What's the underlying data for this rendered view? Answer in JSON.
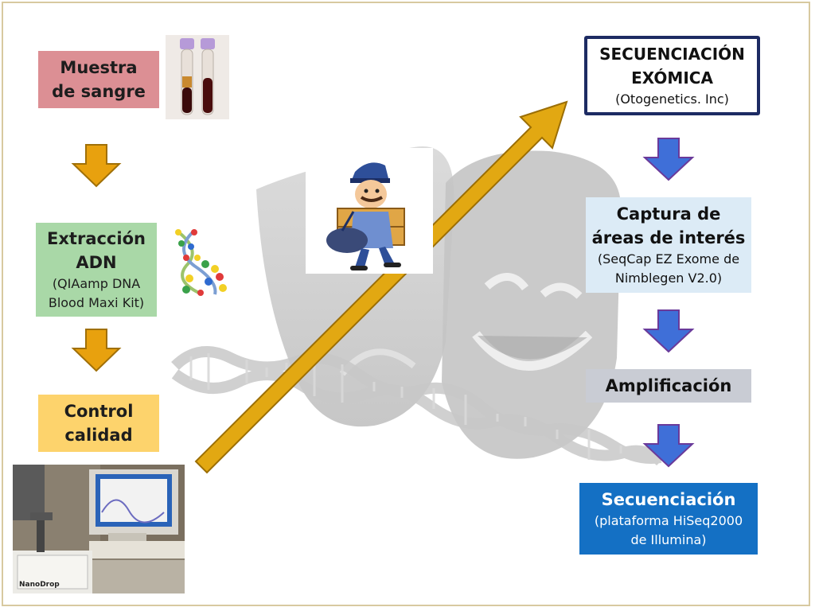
{
  "steps_left": {
    "muestra": {
      "title": "Muestra de sangre"
    },
    "extraccion": {
      "title": "Extracción ADN",
      "subtitle": "(QIAamp DNA Blood Maxi Kit)"
    },
    "control": {
      "title": "Control calidad"
    }
  },
  "steps_right": {
    "secuenciacion_exomica": {
      "title": "SECUENCIACIÓN EXÓMICA",
      "subtitle": "(Otogenetics. Inc)"
    },
    "captura": {
      "title": "Captura de áreas de interés",
      "subtitle": "(SeqCap EZ Exome de Nimblegen V2.0)"
    },
    "amplificacion": {
      "title": "Amplificación"
    },
    "secuenciacion": {
      "title": "Secuenciación",
      "subtitle": "(plataforma HiSeq2000 de Illumina)"
    }
  },
  "device": {
    "brand": "NanoDrop"
  },
  "colors": {
    "left_arrow": "#e8a10e",
    "right_arrow": "#3f6fd8",
    "big_arrow": "#e2a812",
    "frame": "#d8c9a0"
  },
  "icons": [
    "blood-tubes-photo",
    "dna-helix-icon",
    "mail-carrier-illustration",
    "theater-masks-watermark",
    "dna-strand-watermark",
    "nanodrop-photo"
  ]
}
